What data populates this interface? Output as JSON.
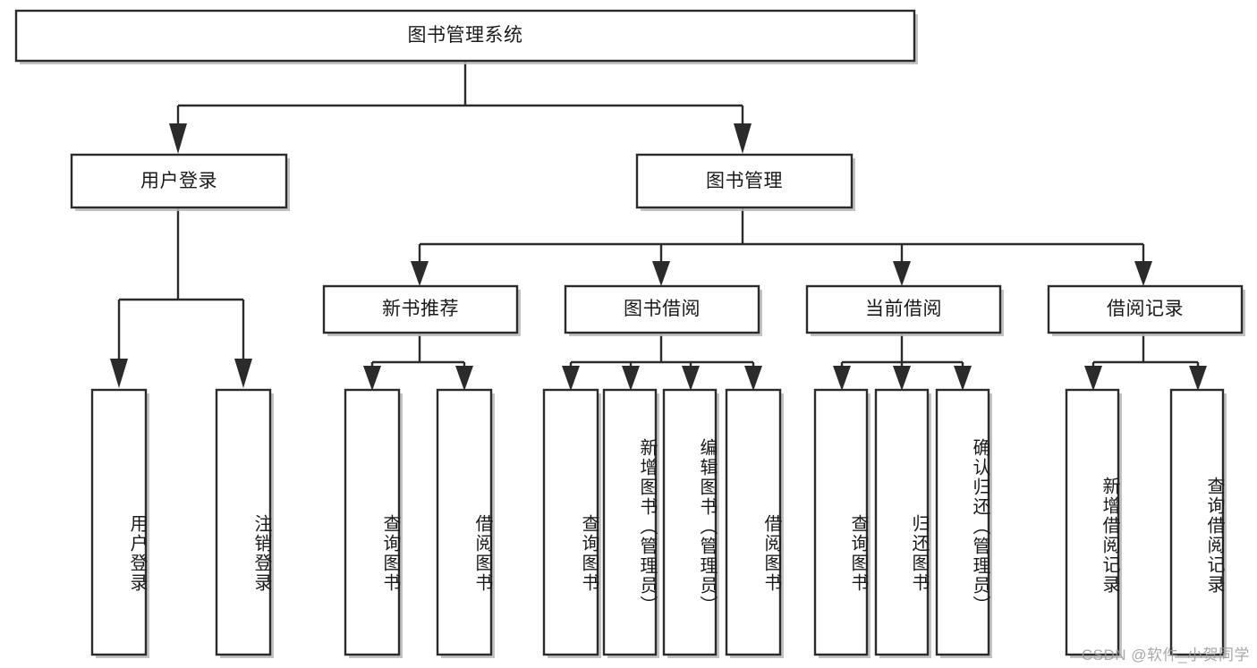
{
  "diagram": {
    "type": "tree-hierarchy",
    "title": "图书管理系统",
    "root": {
      "id": "root",
      "label": "图书管理系统",
      "orientation": "horizontal"
    },
    "level1": [
      {
        "id": "user-login",
        "label": "用户登录",
        "orientation": "horizontal"
      },
      {
        "id": "book-management",
        "label": "图书管理",
        "orientation": "horizontal"
      }
    ],
    "level2": [
      {
        "id": "new-book-recommend",
        "label": "新书推荐",
        "parent": "book-management",
        "orientation": "horizontal"
      },
      {
        "id": "book-borrow",
        "label": "图书借阅",
        "parent": "book-management",
        "orientation": "horizontal"
      },
      {
        "id": "current-borrow",
        "label": "当前借阅",
        "parent": "book-management",
        "orientation": "horizontal"
      },
      {
        "id": "borrow-record",
        "label": "借阅记录",
        "parent": "book-management",
        "orientation": "horizontal"
      }
    ],
    "leaves": [
      {
        "id": "leaf-user-login",
        "label": "用户登录",
        "parent": "user-login",
        "orientation": "vertical"
      },
      {
        "id": "leaf-user-logout",
        "label": "注销登录",
        "parent": "user-login",
        "orientation": "vertical"
      },
      {
        "id": "leaf-query-book-1",
        "label": "查询图书",
        "parent": "new-book-recommend",
        "orientation": "vertical"
      },
      {
        "id": "leaf-borrow-book-1",
        "label": "借阅图书",
        "parent": "new-book-recommend",
        "orientation": "vertical"
      },
      {
        "id": "leaf-query-book-2",
        "label": "查询图书",
        "parent": "book-borrow",
        "orientation": "vertical"
      },
      {
        "id": "leaf-add-book",
        "label": "新增图书（管理员）",
        "parent": "book-borrow",
        "orientation": "vertical"
      },
      {
        "id": "leaf-edit-book",
        "label": "编辑图书（管理员）",
        "parent": "book-borrow",
        "orientation": "vertical"
      },
      {
        "id": "leaf-borrow-book-2",
        "label": "借阅图书",
        "parent": "book-borrow",
        "orientation": "vertical"
      },
      {
        "id": "leaf-query-book-3",
        "label": "查询图书",
        "parent": "current-borrow",
        "orientation": "vertical"
      },
      {
        "id": "leaf-return-book",
        "label": "归还图书",
        "parent": "current-borrow",
        "orientation": "vertical"
      },
      {
        "id": "leaf-confirm-return",
        "label": "确认归还（管理员）",
        "parent": "current-borrow",
        "orientation": "vertical"
      },
      {
        "id": "leaf-add-record",
        "label": "新增借阅记录",
        "parent": "borrow-record",
        "orientation": "vertical"
      },
      {
        "id": "leaf-query-record",
        "label": "查询借阅记录",
        "parent": "borrow-record",
        "orientation": "vertical"
      }
    ]
  },
  "watermark": {
    "text": "CSDN @软件_小贺同学"
  },
  "colors": {
    "box_stroke": "#2b2b2b",
    "box_fill": "#ffffff",
    "connector": "#2b2b2b",
    "text": "#1a1a1a",
    "watermark": "#9a9a9a",
    "background": "#ffffff"
  }
}
